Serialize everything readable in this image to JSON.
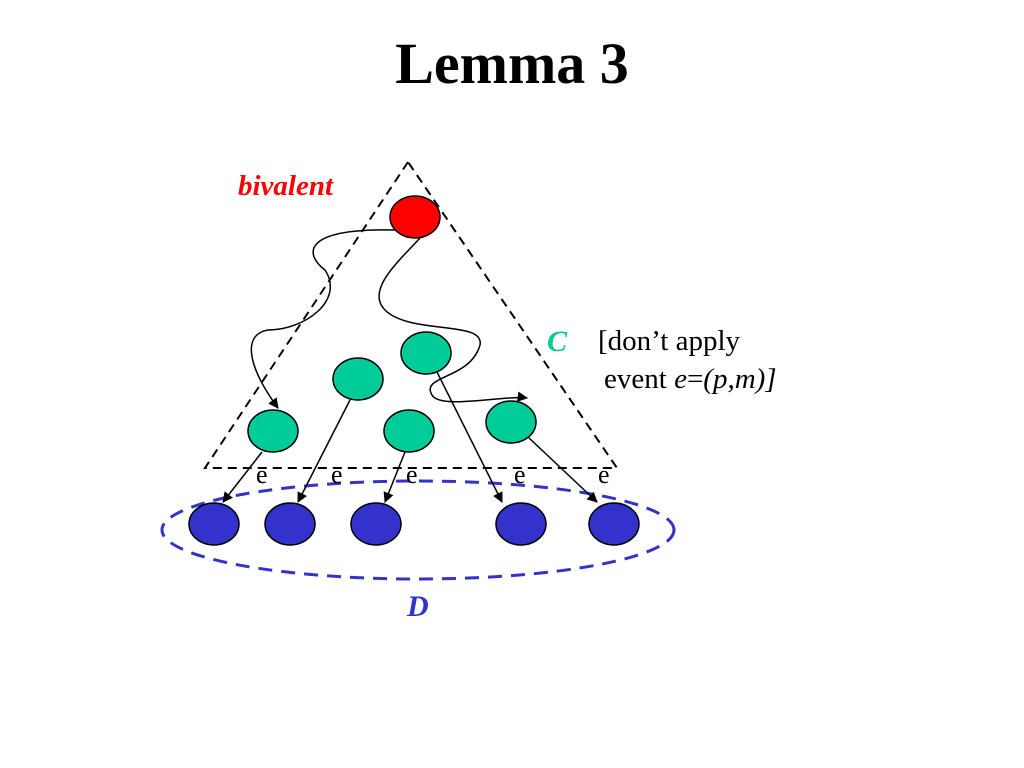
{
  "title": "Lemma 3",
  "labels": {
    "bivalent": "bivalent",
    "c": "C",
    "d": "D",
    "edge": "e"
  },
  "note": {
    "line1": "[don’t apply",
    "line2_prefix": "event ",
    "line2_var": "e",
    "line2_eq": "=",
    "line2_tuple": "(p,m)]"
  },
  "colors": {
    "bivalent": "#ff0000",
    "c_nodes": "#00cc99",
    "d_nodes": "#3333cc",
    "c_label": "#00cc99",
    "d_label": "#3333cc",
    "bivalent_label": "#ff0000",
    "ellipse_stroke": "#3333cc"
  }
}
